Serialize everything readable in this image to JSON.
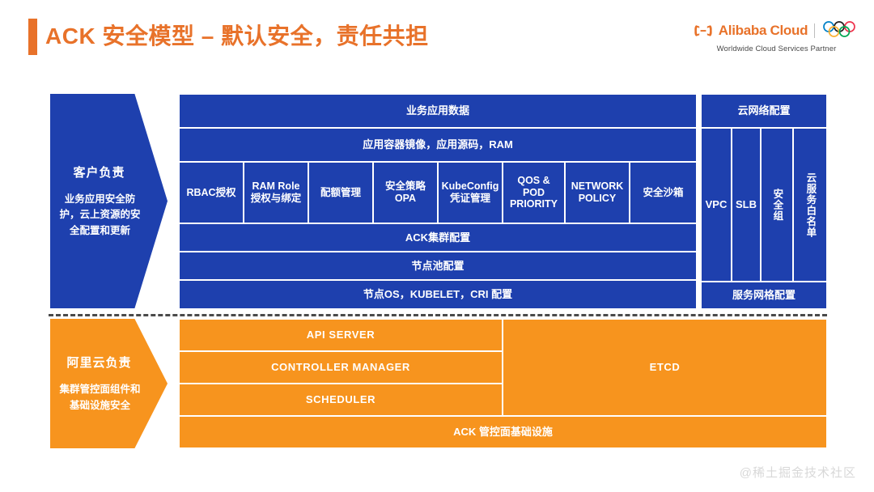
{
  "header": {
    "title": "ACK 安全模型 – 默认安全，责任共担",
    "accent_color": "#e8722a",
    "brand": {
      "name": "Alibaba Cloud",
      "tagline": "Worldwide Cloud Services Partner",
      "logo_icon": "alibaba-cloud-logo",
      "partner_icon": "olympic-rings-icon"
    }
  },
  "diagram": {
    "divider_style": "dashed",
    "colors": {
      "customer": "#1e40ae",
      "alibaba": "#f7941e",
      "border": "#ffffff",
      "text": "#ffffff"
    },
    "customer": {
      "title": "客户负责",
      "description": "业务应用安全防护，云上资源的安全配置和更新",
      "rows": {
        "data": "业务应用数据",
        "images": "应用容器镜像，应用源码，RAM",
        "cluster_config": "ACK集群配置",
        "nodepool_config": "节点池配置",
        "node_os": "节点OS，KUBELET，CRI 配置"
      },
      "controls": [
        "RBAC授权",
        "RAM Role\n授权与绑定",
        "配额管理",
        "安全策略\nOPA",
        "KubeConfig\n凭证管理",
        "QOS &\nPOD\nPRIORITY",
        "NETWORK\nPOLICY",
        "安全沙箱"
      ],
      "network": {
        "top": "云网络配置",
        "bottom": "服务网格配置",
        "items": [
          "VPC",
          "SLB",
          "安全组",
          "云服务白名单"
        ]
      }
    },
    "alibaba": {
      "title": "阿里云负责",
      "description": "集群管控面组件和基础设施安全",
      "components": [
        "API SERVER",
        "CONTROLLER MANAGER",
        "SCHEDULER"
      ],
      "etcd": "ETCD",
      "infrastructure": "ACK 管控面基础设施"
    }
  },
  "watermark": "@稀土掘金技术社区"
}
